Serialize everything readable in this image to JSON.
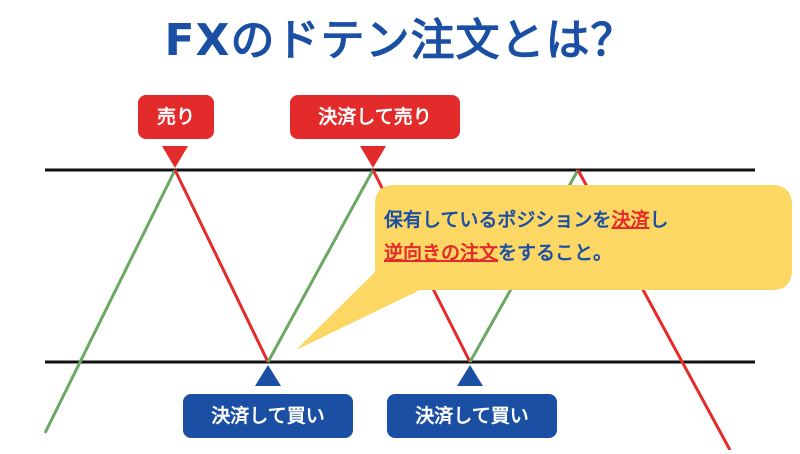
{
  "title": "FXのドテン注文とは？",
  "labels": {
    "sell": "売り",
    "close_sell": "決済して売り",
    "close_buy_1": "決済して買い",
    "close_buy_2": "決済して買い"
  },
  "callout": {
    "line1_a": "保有しているポジションを",
    "line1_hl": "決済",
    "line1_b": "し",
    "line2_hl": "逆向きの注文",
    "line2_b": "をすること。"
  },
  "colors": {
    "title": "#1a4fa3",
    "sell_label": "#e32b2b",
    "buy_label": "#1a4fa3",
    "down_line": "#e32b2b",
    "up_line": "#6aa864",
    "callout_bg": "#fdd764",
    "highlight": "#e32b2b"
  }
}
